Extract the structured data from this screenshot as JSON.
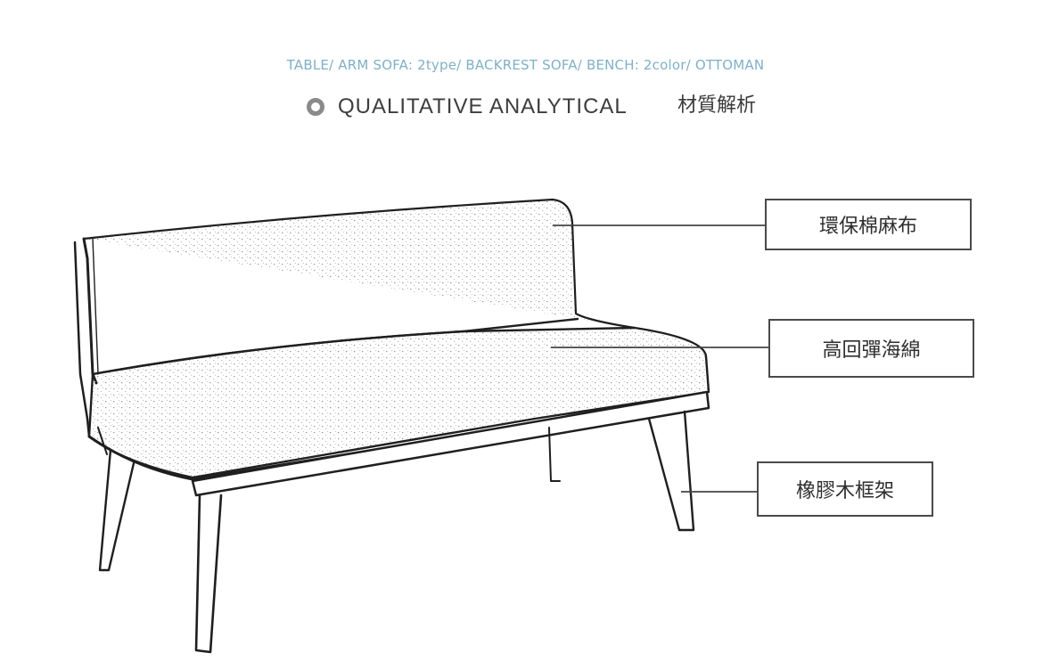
{
  "header": {
    "subtitle": "TABLE/ ARM SOFA: 2type/ BACKREST SOFA/ BENCH: 2color/ OTTOMAN",
    "subtitle_color": "#7fb0c6",
    "title_en": "QUALITATIVE ANALYTICAL",
    "title_zh": "材質解析",
    "ring_icon": "ring-icon",
    "ring_color": "#8a8a8a"
  },
  "callouts": [
    {
      "label": "環保棉麻布"
    },
    {
      "label": "高回彈海綿"
    },
    {
      "label": "橡膠木框架"
    }
  ]
}
